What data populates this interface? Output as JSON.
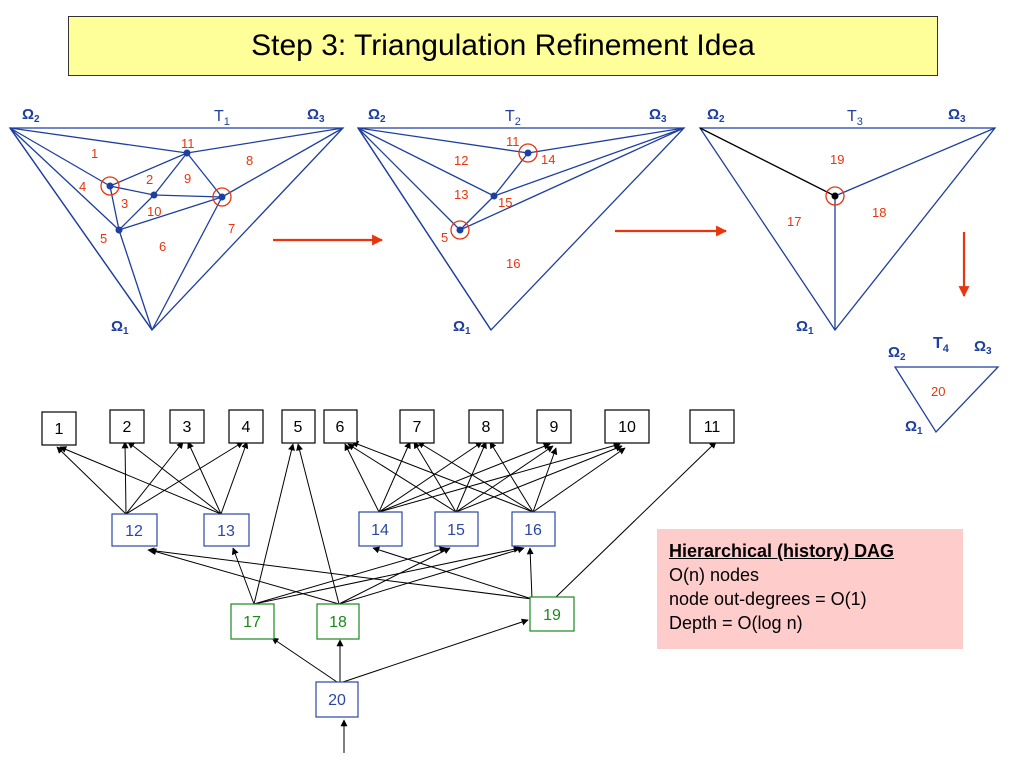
{
  "title": "Step 3: Triangulation Refinement Idea",
  "omega_labels": {
    "o1": "Ω1",
    "o2": "Ω2",
    "o3": "Ω3"
  },
  "t_labels": {
    "t1": "T1",
    "t2": "T2",
    "t3": "T3",
    "t4": "T4"
  },
  "tri_labels": {
    "l1": "1",
    "l2": "2",
    "l3": "3",
    "l4": "4",
    "l5": "5",
    "l6": "6",
    "l7": "7",
    "l8": "8",
    "l9": "9",
    "l10": "10",
    "l11": "11",
    "l12": "12",
    "l13": "13",
    "l14": "14",
    "l15": "15",
    "l16": "16",
    "l17": "17",
    "l18": "18",
    "l19": "19",
    "l20": "20"
  },
  "dag_nodes": {
    "n1": "1",
    "n2": "2",
    "n3": "3",
    "n4": "4",
    "n5": "5",
    "n6": "6",
    "n7": "7",
    "n8": "8",
    "n9": "9",
    "n10": "10",
    "n11": "11",
    "n12": "12",
    "n13": "13",
    "n14": "14",
    "n15": "15",
    "n16": "16",
    "n17": "17",
    "n18": "18",
    "n19": "19",
    "n20": "20"
  },
  "info": {
    "heading": "Hierarchical (history) DAG",
    "line1": "O(n) nodes",
    "line2": "node out-degrees = O(1)",
    "line3": "Depth = O(log n)"
  },
  "colors": {
    "mesh_blue": "#1f3f9f",
    "label_red": "#e8350e",
    "arrow_red": "#e8350e",
    "dag_blue": "#2a47a6",
    "dag_green": "#1a8a1a",
    "title_bg": "#ffff99",
    "info_bg": "#ffcccc"
  }
}
